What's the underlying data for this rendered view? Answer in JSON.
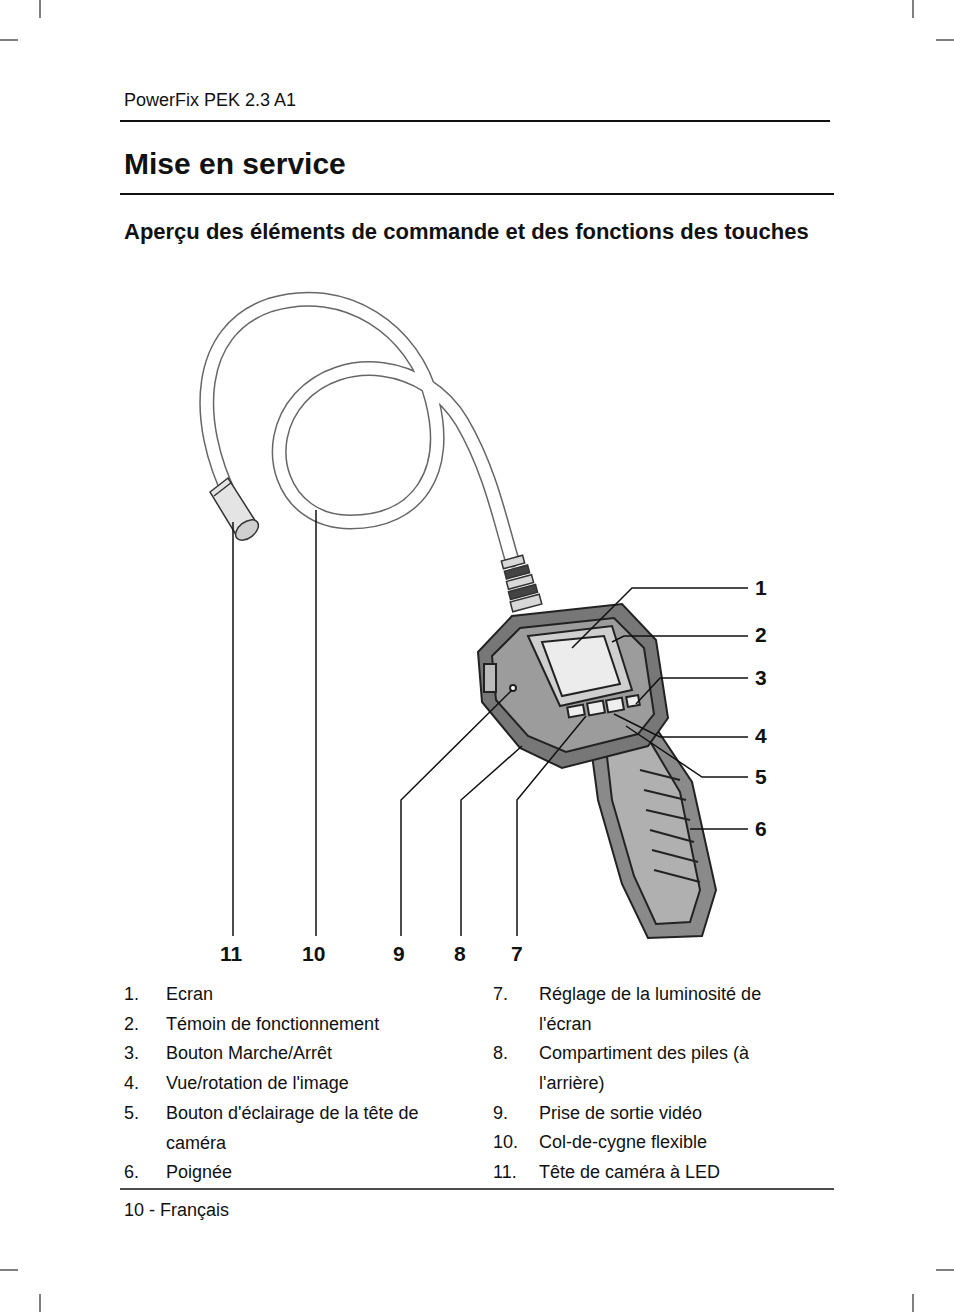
{
  "diagram": {
    "title": "Mise en service",
    "labels": [
      "PowerFix PEK 2.3 A1",
      "Aperçu des éléments de commande et des fonctions des touches",
      "1",
      "2",
      "3",
      "4",
      "5",
      "6",
      "11",
      "10",
      "9",
      "8",
      "7",
      "1.",
      "Ecran",
      "2.",
      "Témoin de fonctionnement",
      "3.",
      "Bouton Marche/Arrêt",
      "4.",
      "Vue/rotation de l'image",
      "5.",
      "Bouton d'éclairage de la tête de caméra",
      "6.",
      "Poignée",
      "7.",
      "Réglage de la luminosité de l'écran",
      "8.",
      "Compartiment des piles (à l'arrière)",
      "9.",
      "Prise de sortie vidéo",
      "10.",
      "Col-de-cygne flexible",
      "11.",
      "Tête de caméra à LED",
      "10 - Français"
    ]
  }
}
